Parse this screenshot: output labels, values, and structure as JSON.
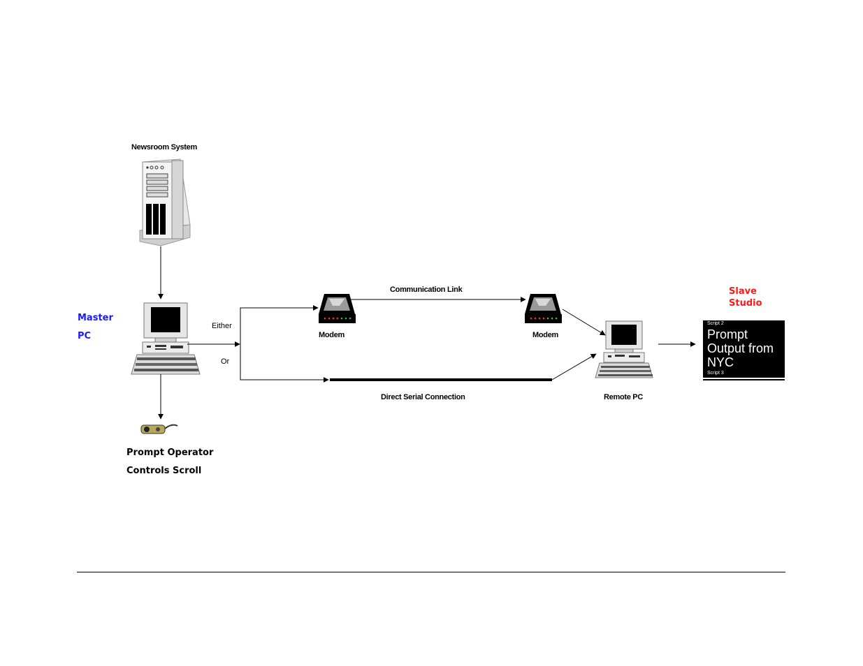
{
  "colors": {
    "master": "#1a1aff",
    "slave": "#ff1a1a",
    "line": "#000000",
    "background": "#ffffff"
  },
  "labels": {
    "newsroom": "Newsroom System",
    "master_line1": "Master",
    "master_line2": "PC",
    "either": "Either",
    "or": "Or",
    "communication_link": "Communication Link",
    "modem_left": "Modem",
    "modem_right": "Modem",
    "direct_serial": "Direct Serial Connection",
    "remote_pc": "Remote PC",
    "slave_line1": "Slave",
    "slave_line2": "Studio",
    "prompt_line1": "Prompt Operator",
    "prompt_line2": "Controls Scroll"
  },
  "prompt_screen": {
    "script_top": "Script 2",
    "text": "Prompt Output from NYC",
    "script_bottom": "Script 3"
  },
  "icons": {
    "server": "server-tower-icon",
    "master_pc": "desktop-computer-icon",
    "modem": "modem-icon",
    "remote_pc": "desktop-computer-icon",
    "scroll_control": "scroll-controller-icon"
  }
}
